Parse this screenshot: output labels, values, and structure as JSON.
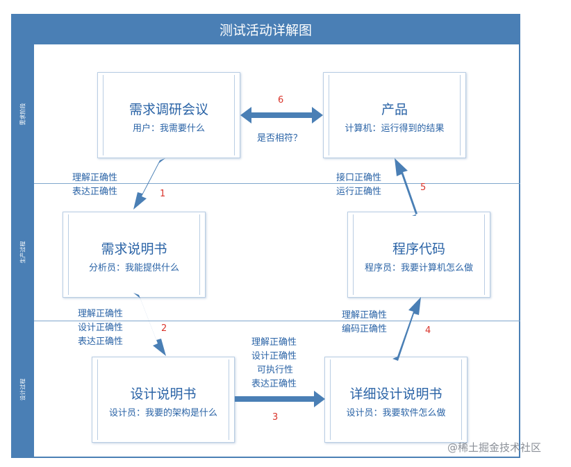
{
  "title": "测试活动详解图",
  "lanes": [
    "需求阶段",
    "生产过程",
    "设计过程"
  ],
  "boxes": {
    "requirements_meeting": {
      "title": "需求调研会议",
      "subtitle": "用户：我需要什么"
    },
    "product": {
      "title": "产品",
      "subtitle": "计算机：运行得到的结果"
    },
    "requirements_spec": {
      "title": "需求说明书",
      "subtitle": "分析员：我能提供什么"
    },
    "program_code": {
      "title": "程序代码",
      "subtitle": "程序员：我要计算机怎么做"
    },
    "design_spec": {
      "title": "设计说明书",
      "subtitle": "设计员：我要的架构是什么"
    },
    "detailed_design_spec": {
      "title": "详细设计说明书",
      "subtitle": "设计员：我要软件怎么做"
    }
  },
  "edges": {
    "e1": {
      "number": "1",
      "labels": [
        "理解正确性",
        "表达正确性"
      ]
    },
    "e2": {
      "number": "2",
      "labels": [
        "理解正确性",
        "设计正确性",
        "表达正确性"
      ]
    },
    "e3": {
      "number": "3",
      "labels": [
        "理解正确性",
        "设计正确性",
        "可执行性",
        "表达正确性"
      ]
    },
    "e4": {
      "number": "4",
      "labels": [
        "理解正确性",
        "编码正确性"
      ]
    },
    "e5": {
      "number": "5",
      "labels": [
        "接口正确性",
        "运行正确性"
      ]
    },
    "e6": {
      "number": "6",
      "labels": [
        "是否相符？"
      ]
    }
  },
  "watermark": "@稀土掘金技术社区",
  "colors": {
    "header": "#4a7fb5",
    "text": "#2a63a6",
    "arrow": "#4a7fb5",
    "number": "#d9342b"
  }
}
